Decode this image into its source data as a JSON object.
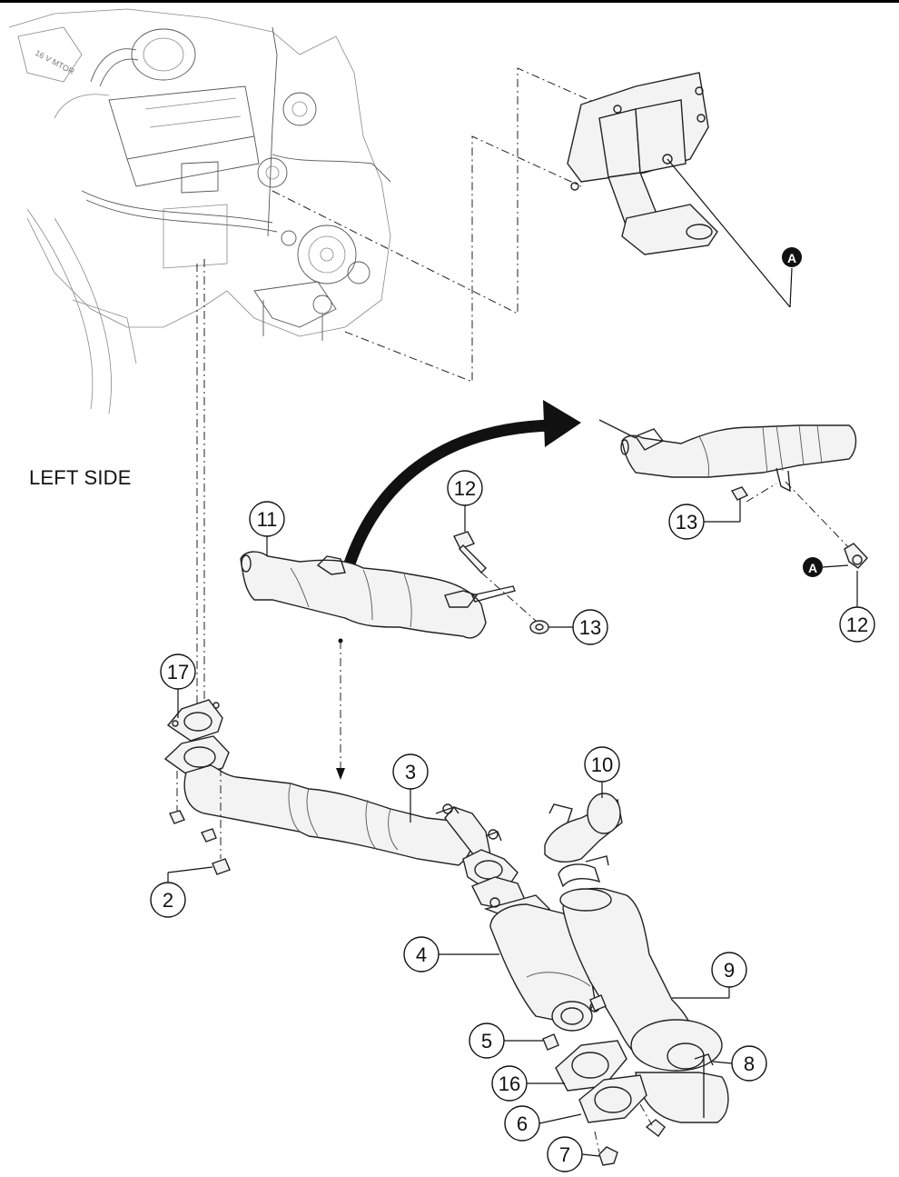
{
  "side_label": "LEFT SIDE",
  "marker_A": "A",
  "callouts": {
    "c2": "2",
    "c3": "3",
    "c4": "4",
    "c5": "5",
    "c6": "6",
    "c7": "7",
    "c8": "8",
    "c9": "9",
    "c10": "10",
    "c11": "11",
    "c12_left": "12",
    "c12_right": "12",
    "c13_left": "13",
    "c13_right": "13",
    "c16": "16",
    "c17": "17"
  },
  "engine_decal_text": "16 V MTOR",
  "colors": {
    "line": "#222222",
    "fill": "#f3f3f3",
    "marker": "#111111"
  }
}
